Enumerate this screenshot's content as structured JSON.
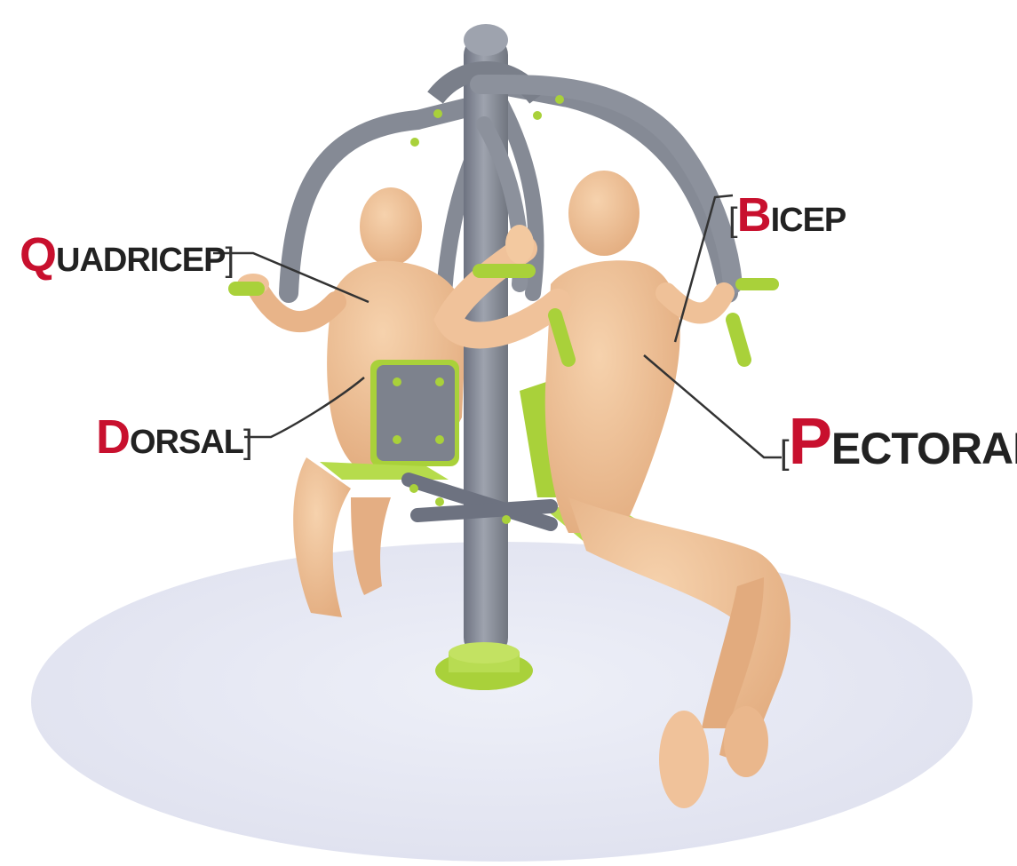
{
  "labels": {
    "quadricep": {
      "initial": "Q",
      "rest": "UADRICEP"
    },
    "bicep": {
      "initial": "B",
      "rest": "ICEP"
    },
    "dorsal": {
      "initial": "D",
      "rest": "ORSAL"
    },
    "pectoral": {
      "initial": "P",
      "rest": "ECTORAL"
    }
  },
  "colors": {
    "accent": "#c8102e",
    "text": "#222222",
    "frame": "#8c919c",
    "frame_dark": "#6d7280",
    "lime": "#a9d13a",
    "skin": "#f2c49b",
    "skin_shade": "#dba77d",
    "ground": "#e5e7f3"
  }
}
